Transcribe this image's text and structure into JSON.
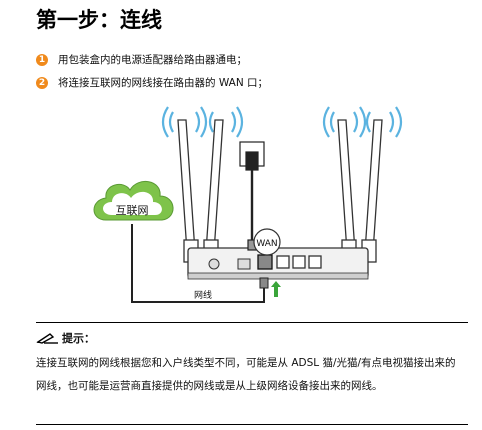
{
  "title": "第一步：连线",
  "steps": [
    {
      "num": "1",
      "text": "用包装盒内的电源适配器给路由器通电；"
    },
    {
      "num": "2",
      "text": "将连接互联网的网线接在路由器的 WAN 口；"
    }
  ],
  "diagram": {
    "cloud_label": "互联网",
    "wan_label": "WAN",
    "cable_label": "网线"
  },
  "tip": {
    "heading": "提示：",
    "line1": "连接互联网的网线根据您和入户线类型不同，可能是从 ADSL 猫/光猫/有点电视猫接出来的",
    "line2": "网线，也可能是运营商直接提供的网线或是从上级网络设备接出来的网线。"
  },
  "colors": {
    "step_badge": "#f08a1c",
    "cloud": "#7ec34a",
    "wifi": "#5bb3e0",
    "arrow": "#3aa53a"
  }
}
